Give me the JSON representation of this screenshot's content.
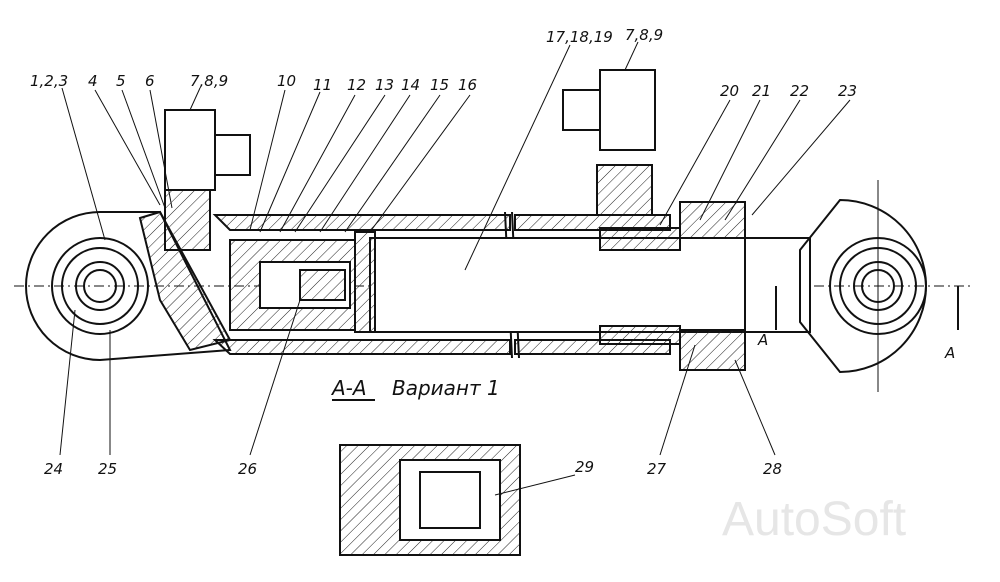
{
  "callouts": {
    "c1": "1,2,3",
    "c4": "4",
    "c5": "5",
    "c6": "6",
    "c7a": "7,8,9",
    "c10": "10",
    "c11": "11",
    "c12": "12",
    "c13": "13",
    "c14": "14",
    "c15": "15",
    "c16": "16",
    "c17": "17,18,19",
    "c7b": "7,8,9",
    "c20": "20",
    "c21": "21",
    "c22": "22",
    "c23": "23",
    "c24": "24",
    "c25": "25",
    "c26": "26",
    "c27": "27",
    "c28": "28",
    "c29": "29"
  },
  "section": {
    "label": "А-А",
    "variant": "Вариант 1",
    "marker_a": "А",
    "marker_a2": "А"
  },
  "watermark": "AutoSoft"
}
